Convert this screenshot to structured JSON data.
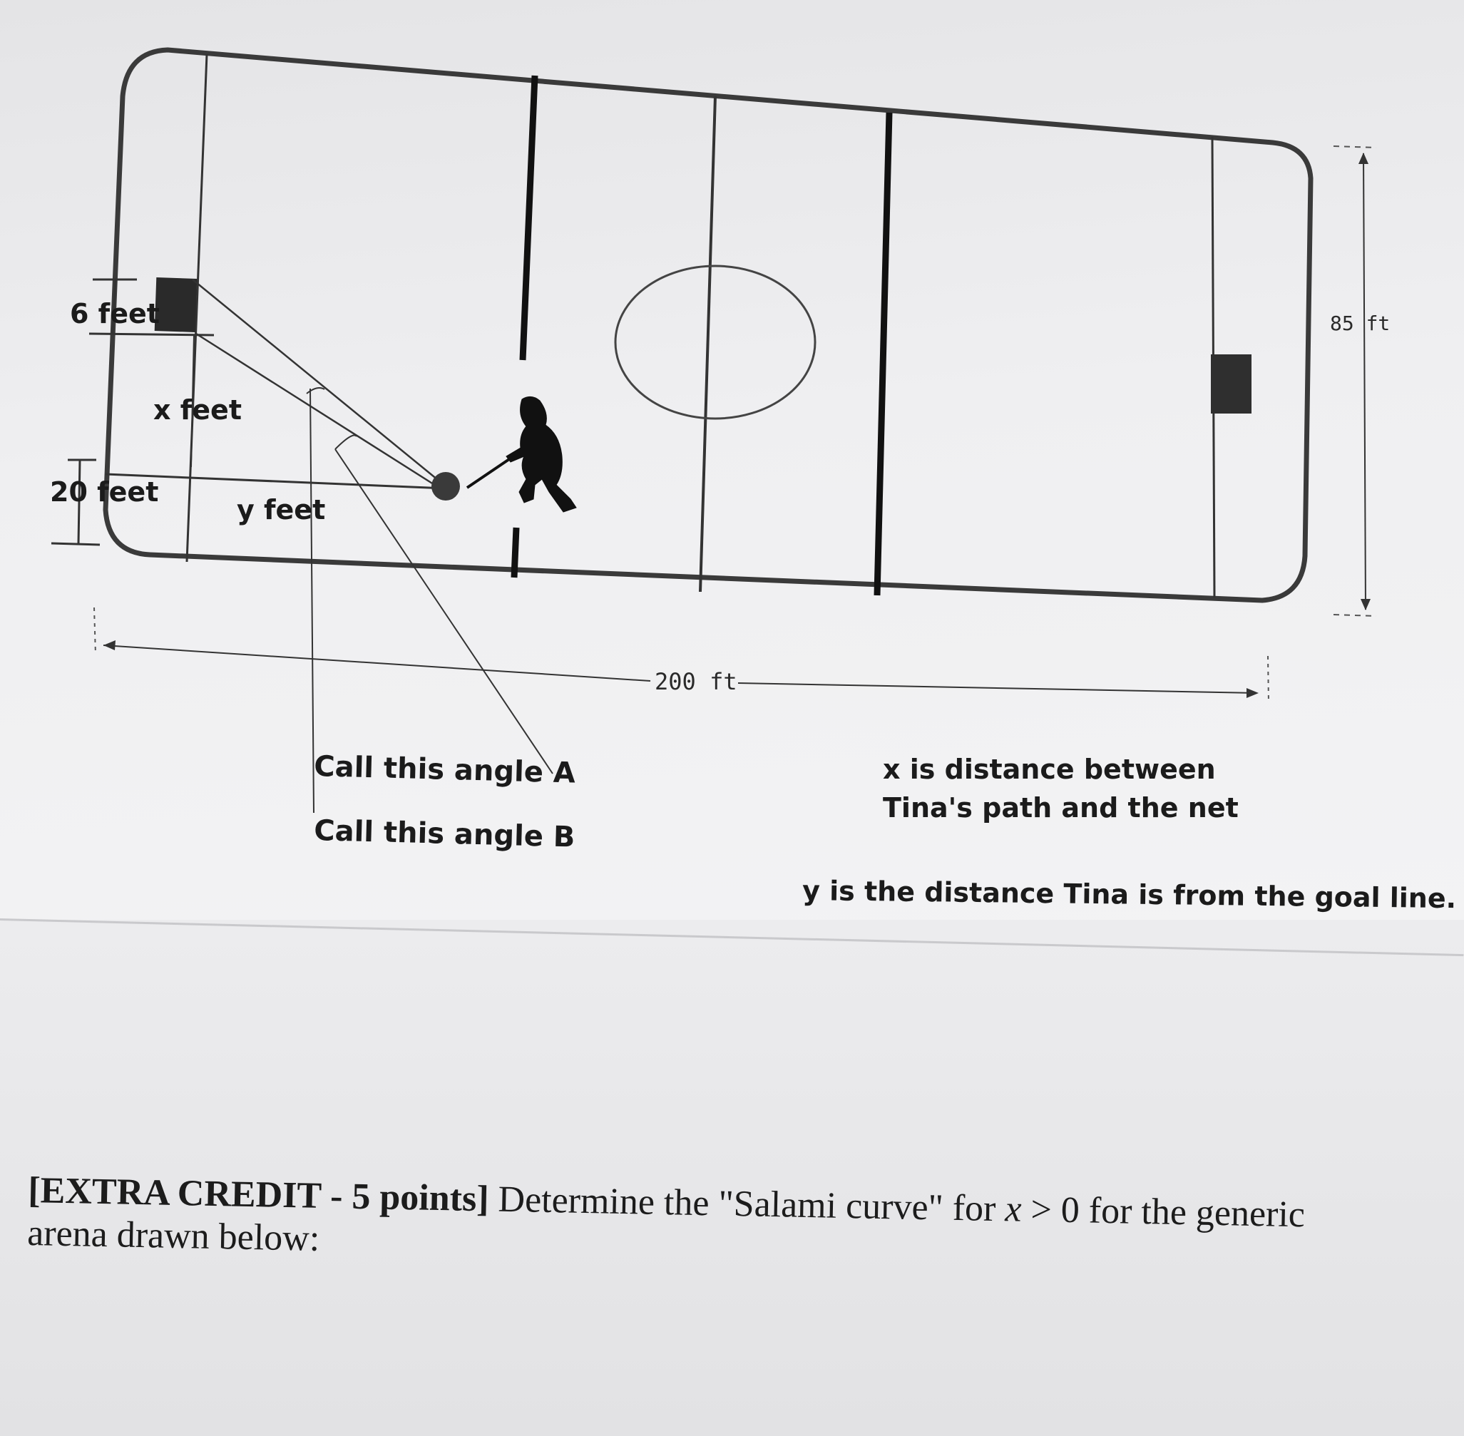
{
  "diagram": {
    "labels": {
      "net_width": "6 feet",
      "x_feet": "x feet",
      "corner_offset": "20 feet",
      "y_feet": "y feet",
      "rink_length": "200 ft",
      "rink_width": "85 ft",
      "angle_a": "Call this angle A",
      "angle_b": "Call this angle B",
      "x_definition_line1": "x is distance between",
      "x_definition_line2": "Tina's path and the net",
      "y_definition": "y is the distance Tina is from the goal line."
    }
  },
  "question": {
    "prefix": "[EXTRA CREDIT - 5 points]",
    "text1": " Determine the \"Salami curve\" for ",
    "var": "x",
    "text2": " > 0 for the generic",
    "line2": "arena drawn below:"
  }
}
